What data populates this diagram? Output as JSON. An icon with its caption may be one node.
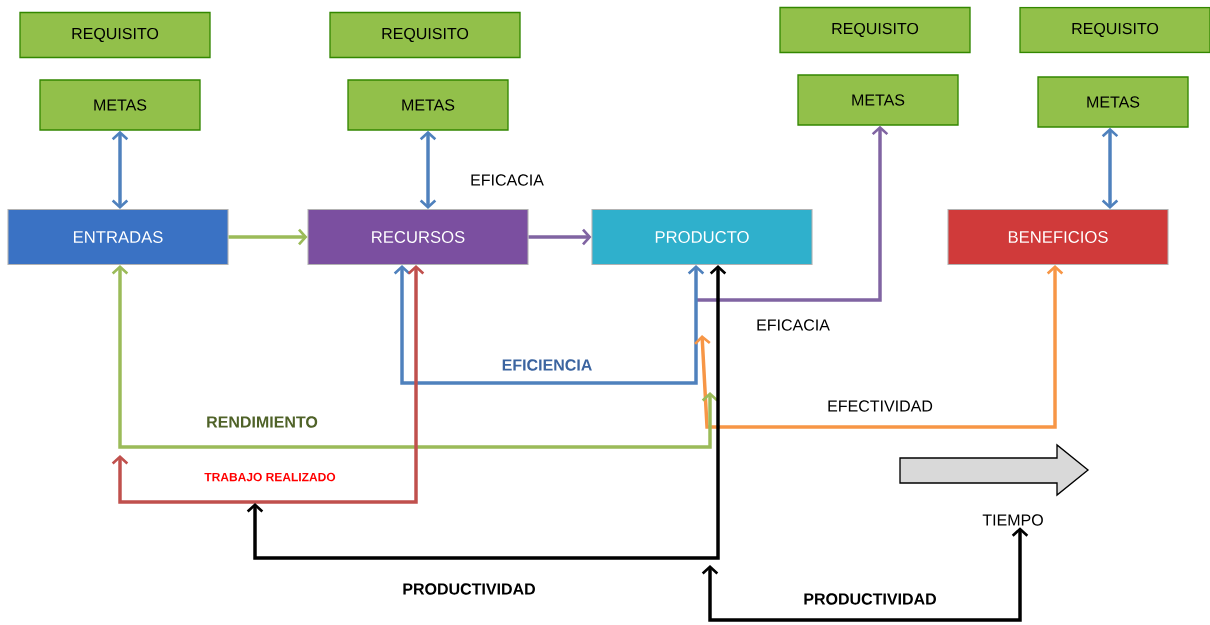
{
  "diagram": {
    "nodes": [
      {
        "text": [
          "REQUISITO"
        ]
      },
      {
        "text": [
          "REQUISITO"
        ]
      },
      {
        "text": [
          "REQUISITO"
        ]
      },
      {
        "text": [
          "REQUISITO"
        ]
      },
      {
        "text": [
          "METAS"
        ]
      },
      {
        "text": [
          "METAS"
        ]
      },
      {
        "text": [
          "METAS"
        ]
      },
      {
        "text": [
          "METAS"
        ]
      },
      {
        "text": [
          "ENTRADAS"
        ]
      },
      {
        "text": [
          "RECURSOS"
        ]
      },
      {
        "text": [
          "PRODUCTO"
        ]
      },
      {
        "text": [
          "BENEFICIOS"
        ]
      },
      {
        "text": [
          "TIEMPO"
        ]
      }
    ],
    "edges": [
      {
        "from": 4,
        "to": 8,
        "arrow": "both",
        "color": "#4f81bd"
      },
      {
        "from": 5,
        "to": 9,
        "arrow": "both",
        "color": "#4f81bd",
        "label": "EFICACIA"
      },
      {
        "from": 7,
        "to": 11,
        "arrow": "both",
        "color": "#4f81bd"
      },
      {
        "from": 8,
        "to": 9,
        "arrow": "to",
        "color": "#9bbb59"
      },
      {
        "from": 9,
        "to": 10,
        "arrow": "to",
        "color": "#8064a2"
      },
      {
        "from": null,
        "to": 6,
        "arrow": "to",
        "color": "#8064a2",
        "label": "EFICACIA"
      },
      {
        "from": 9,
        "to": 10,
        "arrow": "both",
        "color": "#4f81bd",
        "label": "EFICIENCIA"
      },
      {
        "from": null,
        "to": 11,
        "arrow": "both",
        "color": "#f79646",
        "label": "EFECTIVIDAD"
      },
      {
        "from": null,
        "to": 8,
        "arrow": "both",
        "color": "#9bbb59",
        "label": "RENDIMIENTO"
      },
      {
        "from": null,
        "to": 9,
        "arrow": "both",
        "color": "#c0504d",
        "label": "TRABAJO REALIZADO"
      },
      {
        "from": null,
        "to": 10,
        "arrow": "both",
        "color": "#000000",
        "label": "PRODUCTIVIDAD"
      },
      {
        "from": null,
        "to": 12,
        "arrow": "both",
        "color": "#000000",
        "label": "PRODUCTIVIDAD"
      }
    ]
  }
}
